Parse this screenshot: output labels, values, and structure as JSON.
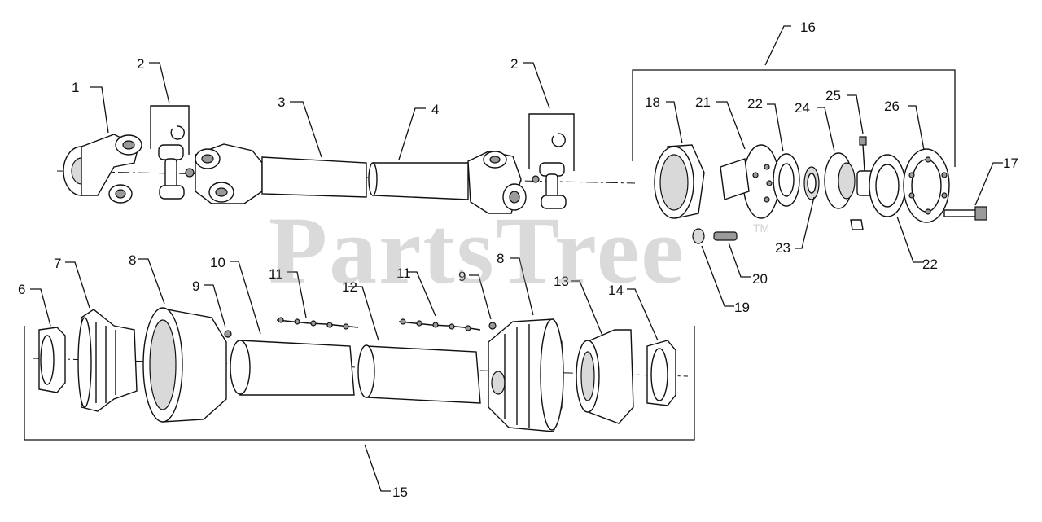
{
  "watermark": {
    "text": "PartsTree",
    "tm": "TM"
  },
  "callouts": [
    "1",
    "2",
    "3",
    "4",
    "2",
    "16",
    "18",
    "21",
    "22",
    "25",
    "24",
    "26",
    "17",
    "22",
    "23",
    "20",
    "19",
    "6",
    "7",
    "8",
    "10",
    "11",
    "12",
    "11",
    "9",
    "9",
    "8",
    "13",
    "14",
    "15"
  ],
  "colors": {
    "line": "#111111",
    "shade": "#d9d9d9",
    "watermark": "#969696"
  }
}
